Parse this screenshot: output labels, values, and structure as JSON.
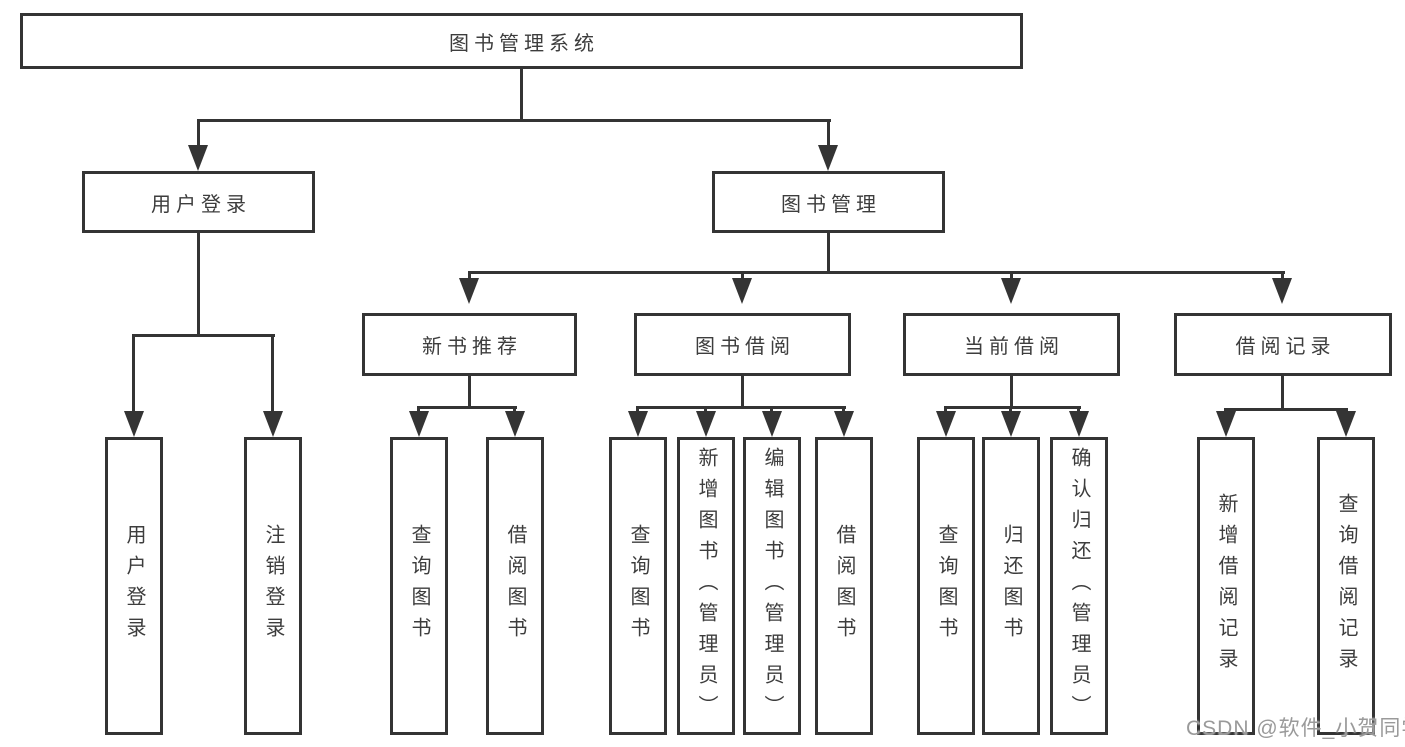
{
  "diagram": {
    "root": {
      "label": "图书管理系统",
      "children": [
        {
          "label": "用户登录",
          "children": [
            {
              "label": "用户登录"
            },
            {
              "label": "注销登录"
            }
          ]
        },
        {
          "label": "图书管理",
          "children": [
            {
              "label": "新书推荐",
              "children": [
                {
                  "label": "查询图书"
                },
                {
                  "label": "借阅图书"
                }
              ]
            },
            {
              "label": "图书借阅",
              "children": [
                {
                  "label": "查询图书"
                },
                {
                  "label": "新增图书（管理员）"
                },
                {
                  "label": "编辑图书（管理员）"
                },
                {
                  "label": "借阅图书"
                }
              ]
            },
            {
              "label": "当前借阅",
              "children": [
                {
                  "label": "查询图书"
                },
                {
                  "label": "归还图书"
                },
                {
                  "label": "确认归还（管理员）"
                }
              ]
            },
            {
              "label": "借阅记录",
              "children": [
                {
                  "label": "新增借阅记录"
                },
                {
                  "label": "查询借阅记录"
                }
              ]
            }
          ]
        }
      ]
    }
  },
  "watermark": {
    "text": "CSDN @软件_小贺同学"
  },
  "colors": {
    "line": "#343434",
    "text": "#3d3d3d",
    "watermark_text": "#9a9a9a",
    "background": "#ffffff"
  }
}
